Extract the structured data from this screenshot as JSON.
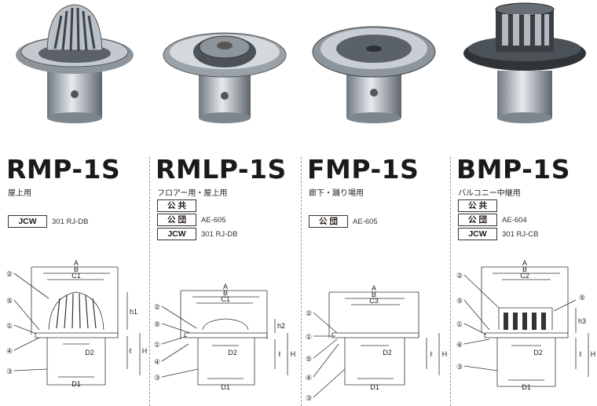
{
  "products": [
    {
      "model": "RMP-1S",
      "usage": "屋上用",
      "certs": [
        {
          "badge": "JCW",
          "code": "301 RJ-DB"
        }
      ],
      "diagram_labels": {
        "callouts": [
          "②",
          "⑤",
          "①",
          "④",
          "③"
        ],
        "dims": [
          "A",
          "B",
          "C1",
          "D2",
          "D1",
          "h1",
          "ℓ",
          "H"
        ]
      }
    },
    {
      "model": "RMLP-1S",
      "usage": "フロアー用・屋上用",
      "certs": [
        {
          "badge": "公 共",
          "code": ""
        },
        {
          "badge": "公 団",
          "code": "AE-605"
        },
        {
          "badge": "JCW",
          "code": "301 RJ-DB"
        }
      ],
      "diagram_labels": {
        "callouts": [
          "②",
          "⑤",
          "①",
          "④",
          "③"
        ],
        "dims": [
          "A",
          "B",
          "C1",
          "D2",
          "D1",
          "h2",
          "ℓ",
          "H"
        ]
      }
    },
    {
      "model": "FMP-1S",
      "usage": "廊下・踊り場用",
      "certs": [
        {
          "badge": "公 団",
          "code": "AE-605"
        }
      ],
      "diagram_labels": {
        "callouts": [
          "②",
          "①",
          "⑤",
          "④",
          "③"
        ],
        "dims": [
          "A",
          "B",
          "C3",
          "D2",
          "D1",
          "ℓ",
          "H"
        ]
      }
    },
    {
      "model": "BMP-1S",
      "usage": "バルコニー中継用",
      "certs": [
        {
          "badge": "公 共",
          "code": ""
        },
        {
          "badge": "公 団",
          "code": "AE-604"
        },
        {
          "badge": "JCW",
          "code": "301 RJ-CB"
        }
      ],
      "diagram_labels": {
        "callouts": [
          "②",
          "⑤",
          "①",
          "④",
          "③",
          "⑤"
        ],
        "dims": [
          "A",
          "B",
          "C2",
          "D2",
          "D1",
          "h3",
          "ℓ",
          "H"
        ]
      }
    }
  ],
  "colors": {
    "text": "#231815",
    "line": "#333333",
    "metal": "#9aa3ab",
    "metal_dark": "#4b5258"
  }
}
